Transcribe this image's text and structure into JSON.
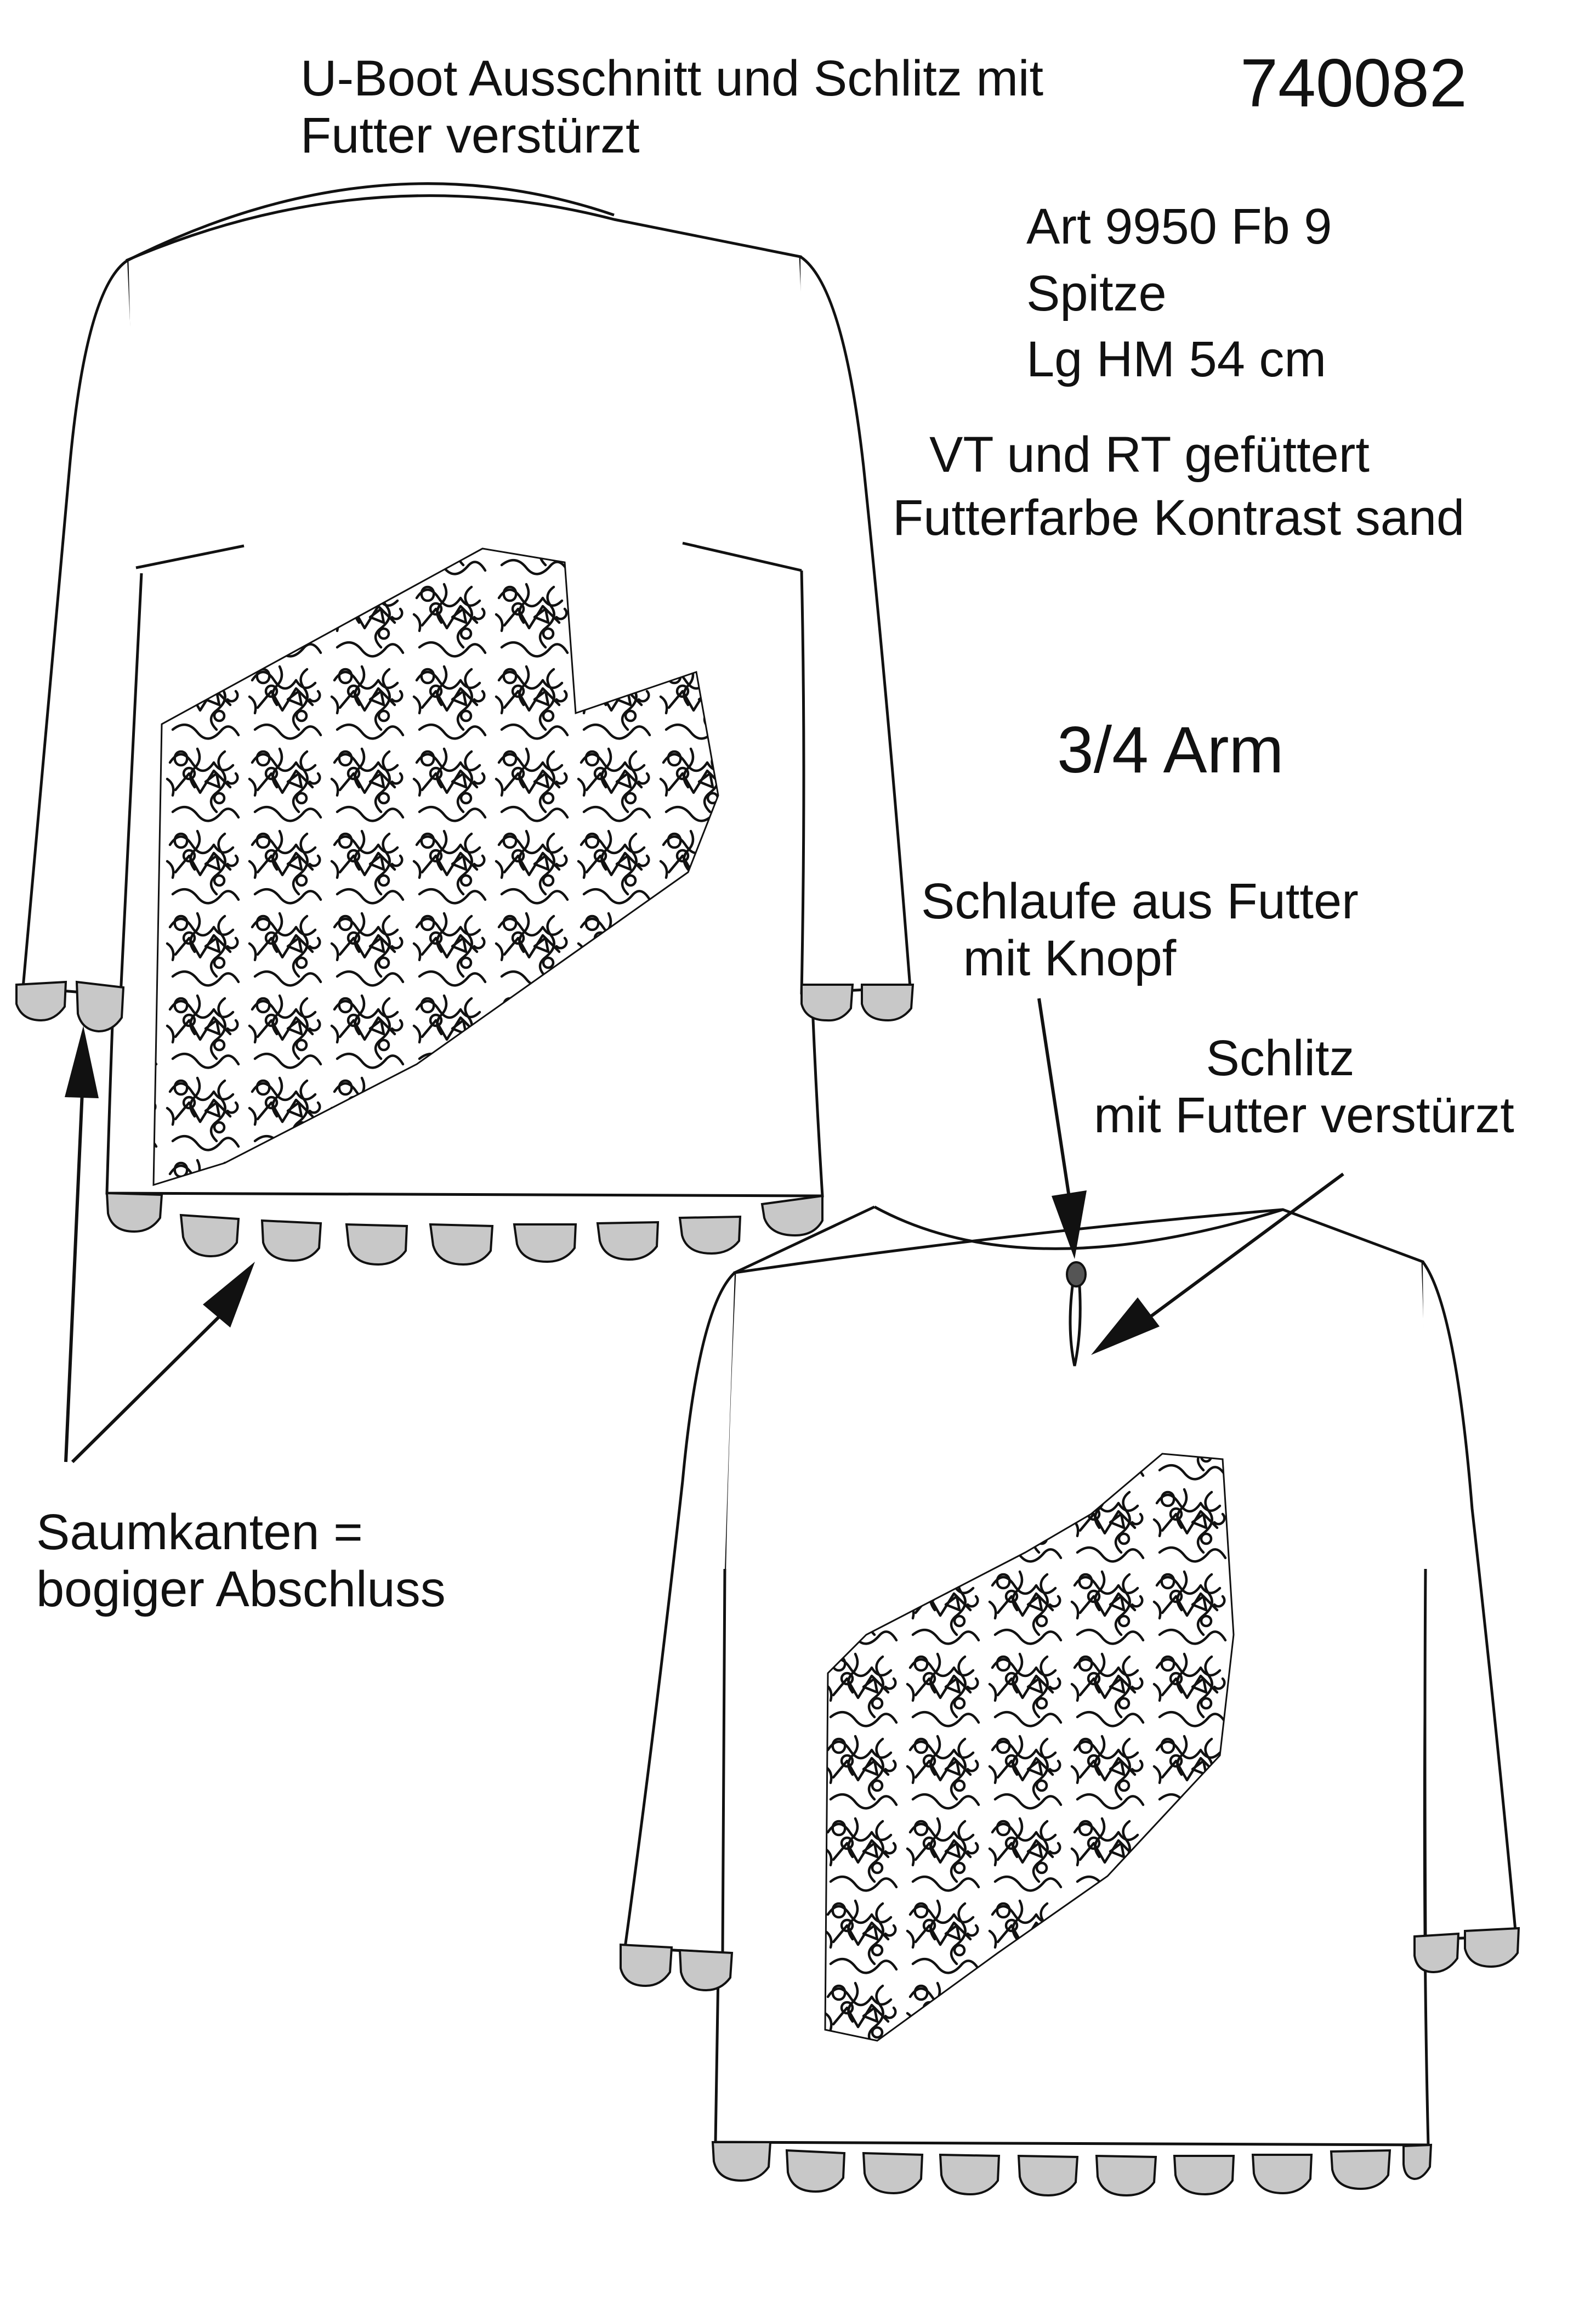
{
  "header": {
    "neckline_note": "U-Boot Ausschnitt und Schlitz mit\nFutter verstürzt",
    "article_number": "740082"
  },
  "fabric": {
    "article": "Art 9950 Fb 9",
    "material": "Spitze",
    "length": "Lg HM 54 cm"
  },
  "lining": {
    "lined": "VT und RT gefüttert",
    "color": "Futterfarbe Kontrast sand"
  },
  "sleeve": "3/4 Arm",
  "callouts": {
    "loop": "Schlaufe aus Futter\n   mit Knopf",
    "slit": "        Schlitz\nmit Futter verstürzt",
    "hem": "Saumkanten =\nbogiger Abschluss"
  },
  "colors": {
    "outline": "#111111",
    "scallop_fill": "#c8c8c8",
    "background": "#ffffff"
  },
  "icons": {
    "button": "button-icon",
    "arrow": "arrow-icon"
  }
}
